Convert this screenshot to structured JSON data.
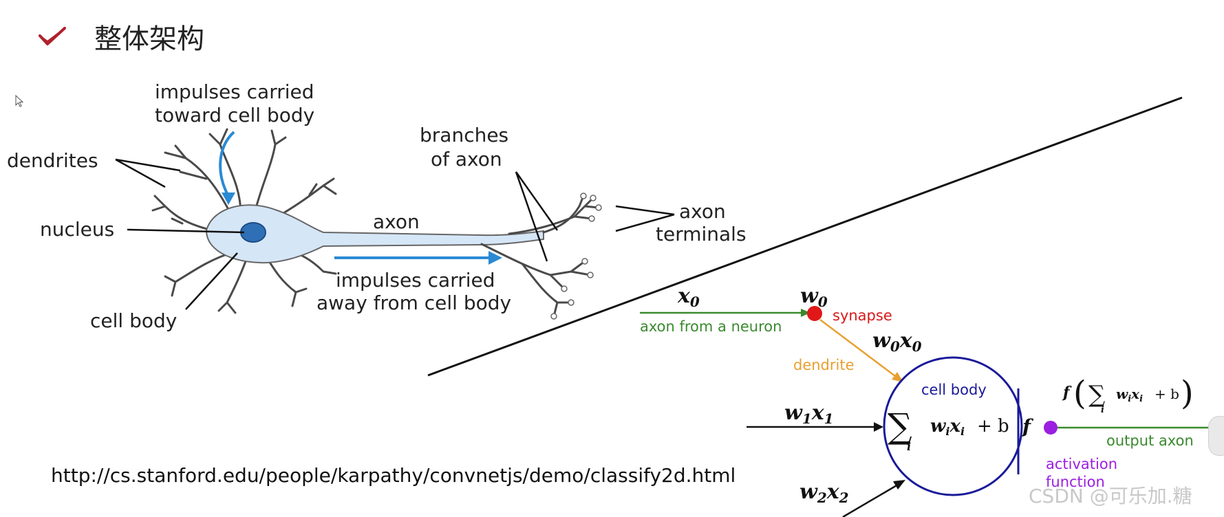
{
  "header": {
    "title": "整体架构",
    "icon": "check-mark-icon",
    "accent_color": "#b0202a"
  },
  "neuron": {
    "labels": {
      "impulses_in_1": "impulses carried",
      "impulses_in_2": "toward cell body",
      "dendrites": "dendrites",
      "nucleus": "nucleus",
      "cell_body": "cell body",
      "axon": "axon",
      "branches_1": "branches",
      "branches_2": "of axon",
      "terminals_1": "axon",
      "terminals_2": "terminals",
      "impulses_out_1": "impulses carried",
      "impulses_out_2": "away from cell body"
    },
    "colors": {
      "cell": "#cfe2f5",
      "nucleus": "#2f6fb5",
      "arrow": "#2a8ad4"
    }
  },
  "model": {
    "x0": "x",
    "x0_sub": "0",
    "w0": "w",
    "w0_sub": "0",
    "synapse": "synapse",
    "axon_from": "axon from a neuron",
    "w0x0_w": "w",
    "w0x0_w_sub": "0",
    "w0x0_x": "x",
    "w0x0_x_sub": "0",
    "dendrite": "dendrite",
    "cell_body": "cell body",
    "w1x1": "w",
    "w1x1_sub": "1",
    "w1x1_x": "x",
    "w1x1_x_sub": "1",
    "w2x2": "w",
    "w2x2_sub": "2",
    "w2x2_x": "x",
    "w2x2_x_sub": "2",
    "sum_symbol": "∑",
    "sum_index": "i",
    "sum_body": "w",
    "sum_body_sub": "i",
    "sum_x": "x",
    "sum_x_sub": "i",
    "sum_plus_b": "+ b",
    "f": "f",
    "output_expr_f": "f",
    "output_axon": "output axon",
    "activation_1": "activation",
    "activation_2": "function",
    "colors": {
      "input_green": "#3a8a2e",
      "synapse_red": "#e01818",
      "dendrite_orange": "#e8a030",
      "cell_blue": "#1a1a9a",
      "activation_purple": "#9b1fe0",
      "output_green": "#3a8a2e"
    }
  },
  "footer": {
    "url": "http://cs.stanford.edu/people/karpathy/convnetjs/demo/classify2d.html",
    "watermark": "CSDN @可乐加.糖"
  }
}
